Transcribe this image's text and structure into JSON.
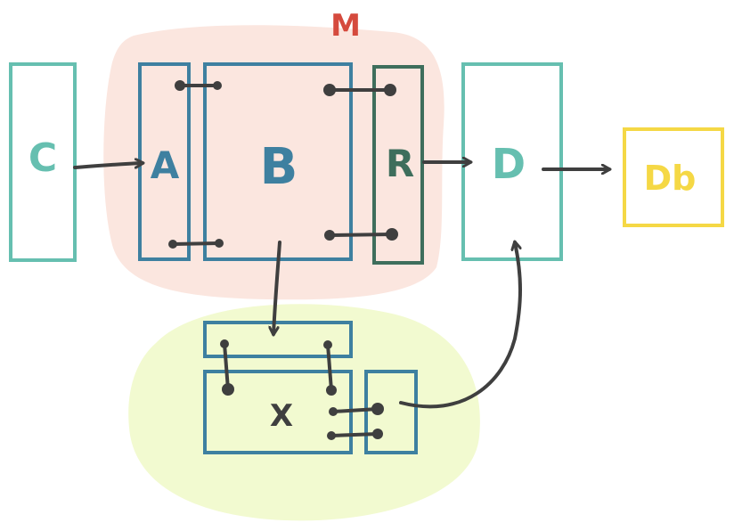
{
  "diagram": {
    "title": "M",
    "labels": {
      "c": "C",
      "a": "A",
      "b": "B",
      "r": "R",
      "d": "D",
      "db": "Db",
      "x": "X"
    }
  },
  "colors": {
    "teal": "#66bfb0",
    "blue": "#3e80a0",
    "dark_green": "#3e6e5c",
    "yellow": "#f5d845",
    "red": "#d54a3d",
    "ink": "#3f3f3f",
    "blob_pink": "#fbe6df",
    "blob_green": "#f2fad0"
  }
}
